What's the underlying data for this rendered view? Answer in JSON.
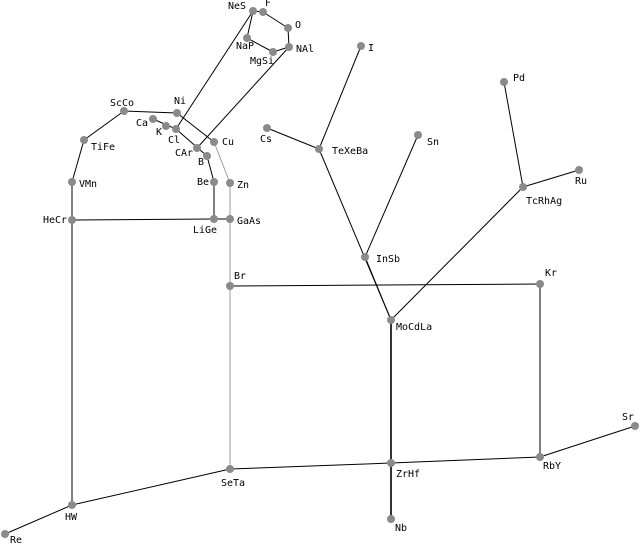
{
  "nodes": [
    {
      "id": "NeS",
      "label": "NeS"
    },
    {
      "id": "F",
      "label": "F"
    },
    {
      "id": "O",
      "label": "O"
    },
    {
      "id": "NaP",
      "label": "NaP"
    },
    {
      "id": "MgSi",
      "label": "MgSi"
    },
    {
      "id": "NAl",
      "label": "NAl"
    },
    {
      "id": "I",
      "label": "I"
    },
    {
      "id": "Pd",
      "label": "Pd"
    },
    {
      "id": "ScCo",
      "label": "ScCo"
    },
    {
      "id": "Ni",
      "label": "Ni"
    },
    {
      "id": "Ca",
      "label": "Ca"
    },
    {
      "id": "K",
      "label": "K"
    },
    {
      "id": "Cl",
      "label": "Cl"
    },
    {
      "id": "Cs",
      "label": "Cs"
    },
    {
      "id": "Sn",
      "label": "Sn"
    },
    {
      "id": "TiFe",
      "label": "TiFe"
    },
    {
      "id": "Cu",
      "label": "Cu"
    },
    {
      "id": "CAr",
      "label": "CAr"
    },
    {
      "id": "B",
      "label": "B"
    },
    {
      "id": "TeXeBa",
      "label": "TeXeBa"
    },
    {
      "id": "Ru",
      "label": "Ru"
    },
    {
      "id": "VMn",
      "label": "VMn"
    },
    {
      "id": "Be",
      "label": "Be"
    },
    {
      "id": "Zn",
      "label": "Zn"
    },
    {
      "id": "TcRhAg",
      "label": "TcRhAg"
    },
    {
      "id": "HeCr",
      "label": "HeCr"
    },
    {
      "id": "LiGe",
      "label": "LiGe"
    },
    {
      "id": "GaAs",
      "label": "GaAs"
    },
    {
      "id": "InSb",
      "label": "InSb"
    },
    {
      "id": "Br",
      "label": "Br"
    },
    {
      "id": "Kr",
      "label": "Kr"
    },
    {
      "id": "MoCdLa",
      "label": "MoCdLa"
    },
    {
      "id": "Sr",
      "label": "Sr"
    },
    {
      "id": "ZrHf",
      "label": "ZrHf"
    },
    {
      "id": "RbY",
      "label": "RbY"
    },
    {
      "id": "SeTa",
      "label": "SeTa"
    },
    {
      "id": "HW",
      "label": "HW"
    },
    {
      "id": "Re",
      "label": "Re"
    },
    {
      "id": "Nb",
      "label": "Nb"
    }
  ],
  "edges": [
    [
      "NeS",
      "F"
    ],
    [
      "F",
      "O"
    ],
    [
      "O",
      "NAl"
    ],
    [
      "NAl",
      "MgSi"
    ],
    [
      "MgSi",
      "NaP"
    ],
    [
      "NaP",
      "NeS"
    ],
    [
      "NeS",
      "Cl"
    ],
    [
      "NAl",
      "CAr"
    ],
    [
      "I",
      "TeXeBa"
    ],
    [
      "Cs",
      "TeXeBa"
    ],
    [
      "TeXeBa",
      "MoCdLa"
    ],
    [
      "Sn",
      "InSb"
    ],
    [
      "InSb",
      "MoCdLa"
    ],
    [
      "Pd",
      "TcRhAg"
    ],
    [
      "Ru",
      "TcRhAg"
    ],
    [
      "TcRhAg",
      "MoCdLa"
    ],
    [
      "MoCdLa",
      "ZrHf"
    ],
    [
      "ZrHf",
      "Nb"
    ],
    [
      "ScCo",
      "Ni"
    ],
    [
      "ScCo",
      "TiFe"
    ],
    [
      "TiFe",
      "VMn"
    ],
    [
      "VMn",
      "HeCr"
    ],
    [
      "HeCr",
      "HW"
    ],
    [
      "HW",
      "Re"
    ],
    [
      "Ca",
      "Cl"
    ],
    [
      "Ni",
      "Cu"
    ],
    [
      "Cu",
      "Zn"
    ],
    [
      "Zn",
      "GaAs"
    ],
    [
      "Cl",
      "B"
    ],
    [
      "B",
      "Be"
    ],
    [
      "Be",
      "LiGe"
    ],
    [
      "HeCr",
      "LiGe"
    ],
    [
      "LiGe",
      "GaAs"
    ],
    [
      "GaAs",
      "Br"
    ],
    [
      "Br",
      "Kr"
    ],
    [
      "Kr",
      "RbY"
    ],
    [
      "Br",
      "SeTa"
    ],
    [
      "HW",
      "SeTa"
    ],
    [
      "SeTa",
      "ZrHf"
    ],
    [
      "ZrHf",
      "RbY"
    ],
    [
      "RbY",
      "Sr"
    ]
  ]
}
